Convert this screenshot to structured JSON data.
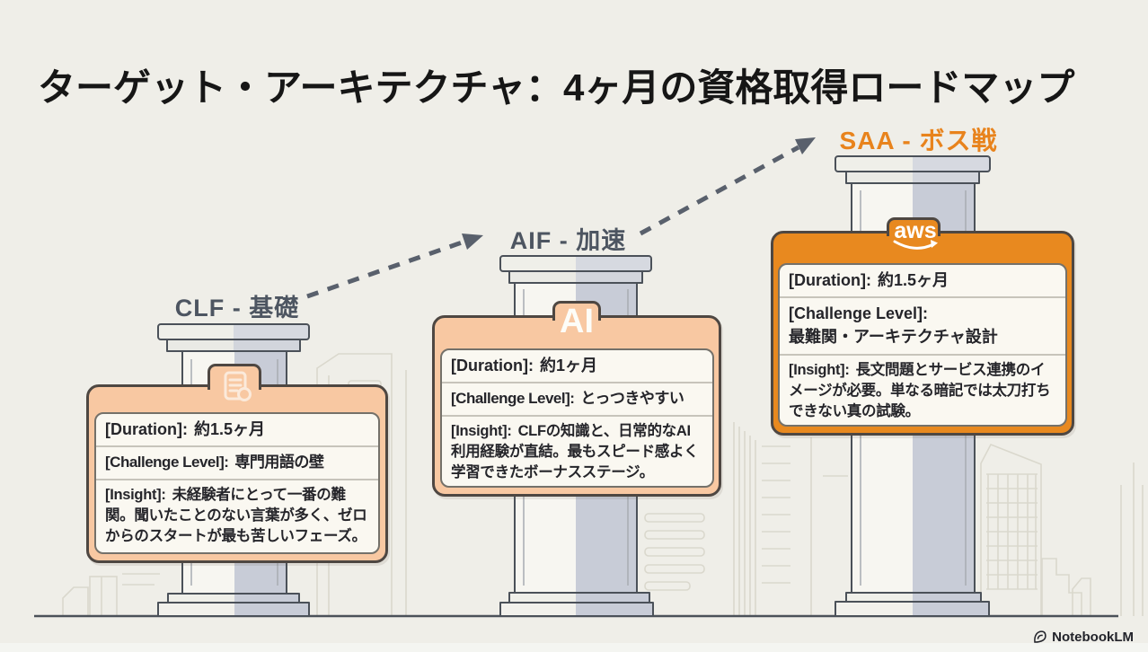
{
  "title": "ターゲット・アーキテクチャ：4ヶ月の資格取得ロードマップ",
  "brand": {
    "name": "NotebookLM",
    "icon": "notebooklm-logo-icon"
  },
  "colors": {
    "background": "#EFEEE8",
    "card_peach": "#F8C8A2",
    "card_orange": "#E8891F",
    "stage_label_gray": "#4D5561",
    "stage_label_orange": "#E8831C",
    "arrow": "#59606C",
    "pillar_shade": "#C8CCD7"
  },
  "arrows": {
    "style": "dashed",
    "count": 2
  },
  "stages": [
    {
      "code": "CLF",
      "label": "CLF - 基礎",
      "emblem": {
        "type": "icon",
        "name": "document-search-icon"
      },
      "rows": [
        {
          "label": "[Duration]:",
          "value": "約1.5ヶ月"
        },
        {
          "label": "[Challenge Level]:",
          "value": "専門用語の壁"
        },
        {
          "label": "[Insight]:",
          "value": "未経験者にとって一番の難関。聞いたことのない言葉が多く、ゼロからのスタートが最も苦しいフェーズ。"
        }
      ]
    },
    {
      "code": "AIF",
      "label": "AIF - 加速",
      "emblem": {
        "type": "text",
        "text": "AI"
      },
      "rows": [
        {
          "label": "[Duration]:",
          "value": "約1ヶ月"
        },
        {
          "label": "[Challenge Level]:",
          "value": "とっつきやすい"
        },
        {
          "label": "[Insight]:",
          "value": "CLFの知識と、日常的なAI利用経験が直結。最もスピード感よく学習できたボーナスステージ。"
        }
      ]
    },
    {
      "code": "SAA",
      "label": "SAA - ボス戦",
      "emblem": {
        "type": "text",
        "text": "aws"
      },
      "rows": [
        {
          "label": "[Duration]:",
          "value": "約1.5ヶ月"
        },
        {
          "label": "[Challenge Level]:",
          "value": "最難関・アーキテクチャ設計"
        },
        {
          "label": "[Insight]:",
          "value": "長文問題とサービス連携のイメージが必要。単なる暗記では太刀打ちできない真の試験。"
        }
      ]
    }
  ]
}
